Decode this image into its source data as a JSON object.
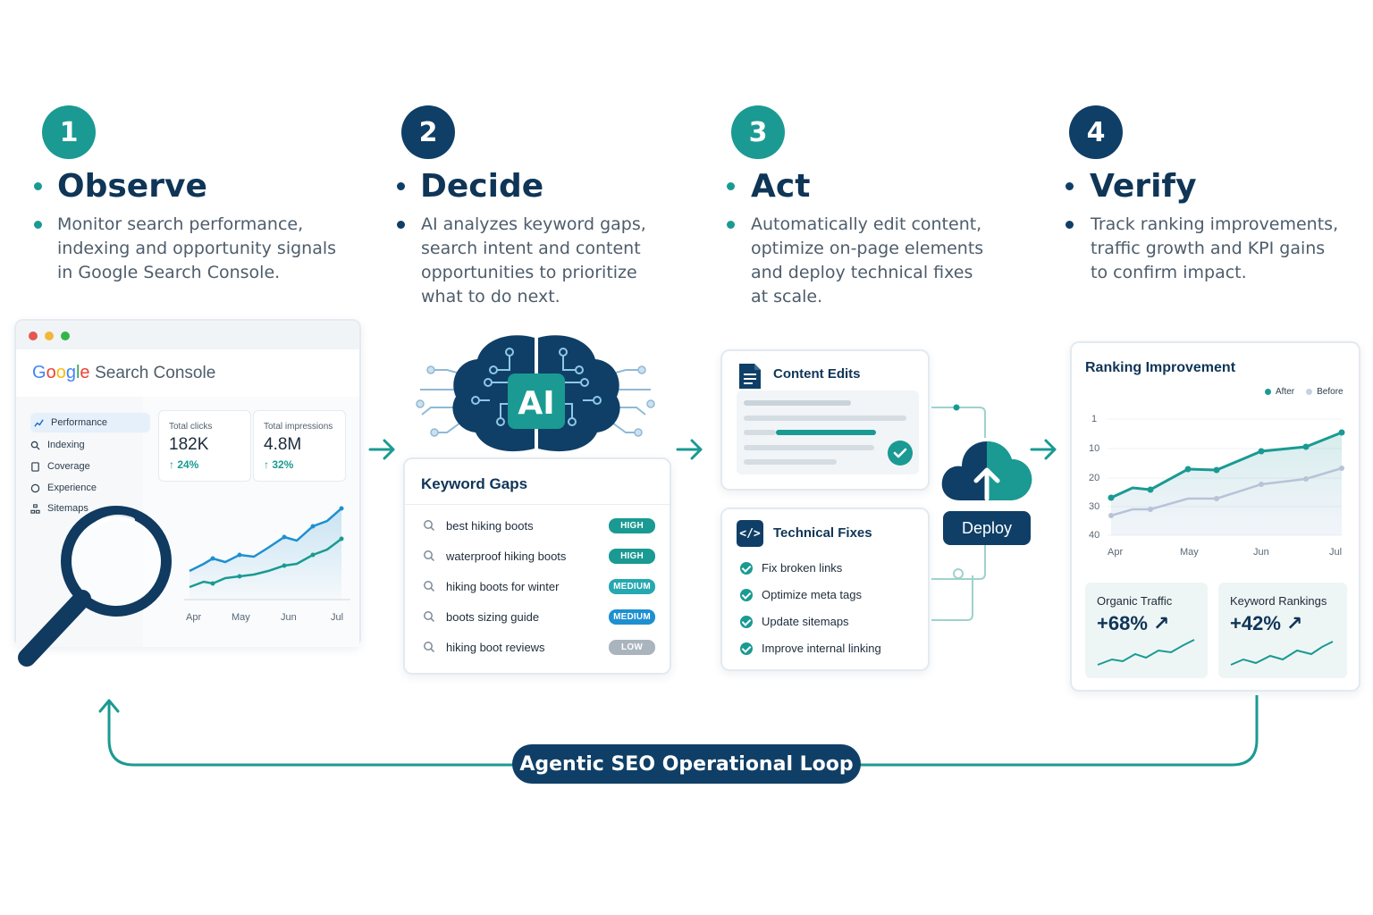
{
  "steps": [
    {
      "number": "1",
      "title": "Observe",
      "lines": [
        "Monitor search performance,",
        "indexing and opportunity signals",
        "in Google Search Console."
      ]
    },
    {
      "number": "2",
      "title": "Decide",
      "lines": [
        "AI analyzes keyword gaps,",
        "search intent and content",
        "opportunities to prioritize",
        "what to do next."
      ]
    },
    {
      "number": "3",
      "title": "Act",
      "lines": [
        "Automatically edit content,",
        "optimize on-page elements",
        "and deploy technical fixes",
        "at scale."
      ]
    },
    {
      "number": "4",
      "title": "Verify",
      "lines": [
        "Track ranking improvements,",
        "traffic growth and KPI gains",
        "to confirm impact."
      ]
    }
  ],
  "gsc": {
    "logo": "Google",
    "product": "Search Console",
    "nav": [
      "Performance",
      "Indexing",
      "Coverage",
      "Experience",
      "Sitemaps"
    ],
    "stats": [
      {
        "label": "Total clicks",
        "value": "182K",
        "delta": "↑ 24%"
      },
      {
        "label": "Total impressions",
        "value": "4.8M",
        "delta": "↑ 32%"
      }
    ],
    "months": [
      "Apr",
      "May",
      "Jun",
      "Jul"
    ]
  },
  "ai": {
    "label": "AI"
  },
  "keyword_gaps": {
    "title": "Keyword Gaps",
    "rows": [
      {
        "keyword": "best hiking boots",
        "priority": "HIGH",
        "color": "#1a9a92"
      },
      {
        "keyword": "waterproof hiking boots",
        "priority": "HIGH",
        "color": "#1a9a92"
      },
      {
        "keyword": "hiking boots for winter",
        "priority": "MEDIUM",
        "color": "#25a8b0"
      },
      {
        "keyword": "boots sizing guide",
        "priority": "MEDIUM",
        "color": "#1e8fd0"
      },
      {
        "keyword": "hiking boot reviews",
        "priority": "LOW",
        "color": "#aab4bd"
      }
    ]
  },
  "content_edits": {
    "title": "Content Edits"
  },
  "technical_fixes": {
    "title": "Technical Fixes",
    "items": [
      "Fix broken links",
      "Optimize meta tags",
      "Update sitemaps",
      "Improve internal linking"
    ]
  },
  "deploy": {
    "label": "Deploy"
  },
  "ranking": {
    "title": "Ranking Improvement",
    "legend": [
      "After",
      "Before"
    ],
    "y_ticks": [
      "1",
      "10",
      "20",
      "30",
      "40"
    ],
    "months": [
      "Apr",
      "May",
      "Jun",
      "Jul"
    ],
    "kpis": [
      {
        "label": "Organic Traffic",
        "value": "+68% ↗"
      },
      {
        "label": "Keyword Rankings",
        "value": "+42% ↗"
      }
    ]
  },
  "loop": {
    "label": "Agentic SEO Operational Loop"
  },
  "colors": {
    "teal": "#1a9a92",
    "navy": "#0f3f66",
    "blue": "#1e8fd0"
  }
}
